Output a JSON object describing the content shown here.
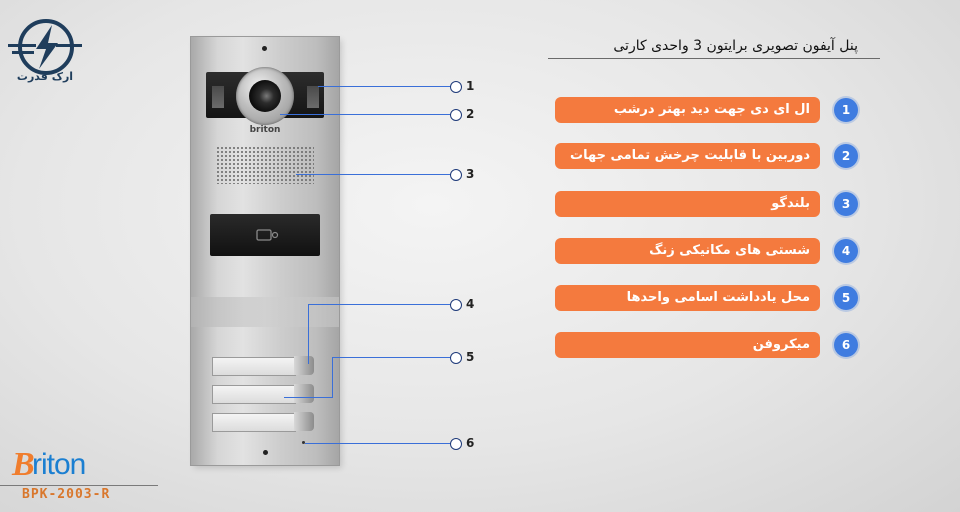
{
  "brand": {
    "logo_text": "ارک قدرت",
    "product_brand": "Briton",
    "product_brand_rest": "riton",
    "product_brand_initial": "B",
    "panel_brand": "briton",
    "model": "BPK-2003-R"
  },
  "title": "پنل آیفون تصویری برایتون 3 واحدی کارتی",
  "callouts": [
    "1",
    "2",
    "3",
    "4",
    "5",
    "6"
  ],
  "features": [
    {
      "number": "1",
      "label": "ال ای دی جهت دید بهتر درشب"
    },
    {
      "number": "2",
      "label": "دوربین با قابلیت چرخش تمامی جهات"
    },
    {
      "number": "3",
      "label": "بلندگو"
    },
    {
      "number": "4",
      "label": "شستی های مکانیکی زنگ"
    },
    {
      "number": "5",
      "label": "محل یادداشت اسامی واحدها"
    },
    {
      "number": "6",
      "label": "میکروفن"
    }
  ],
  "icons": {
    "brand": "lightning-circle-icon",
    "rfid": "card-key-icon"
  },
  "colors": {
    "accent_orange": "#f47a3e",
    "accent_blue": "#3f7ce0",
    "brand_blue": "#1b7fd1",
    "model_orange": "#d9772c"
  }
}
